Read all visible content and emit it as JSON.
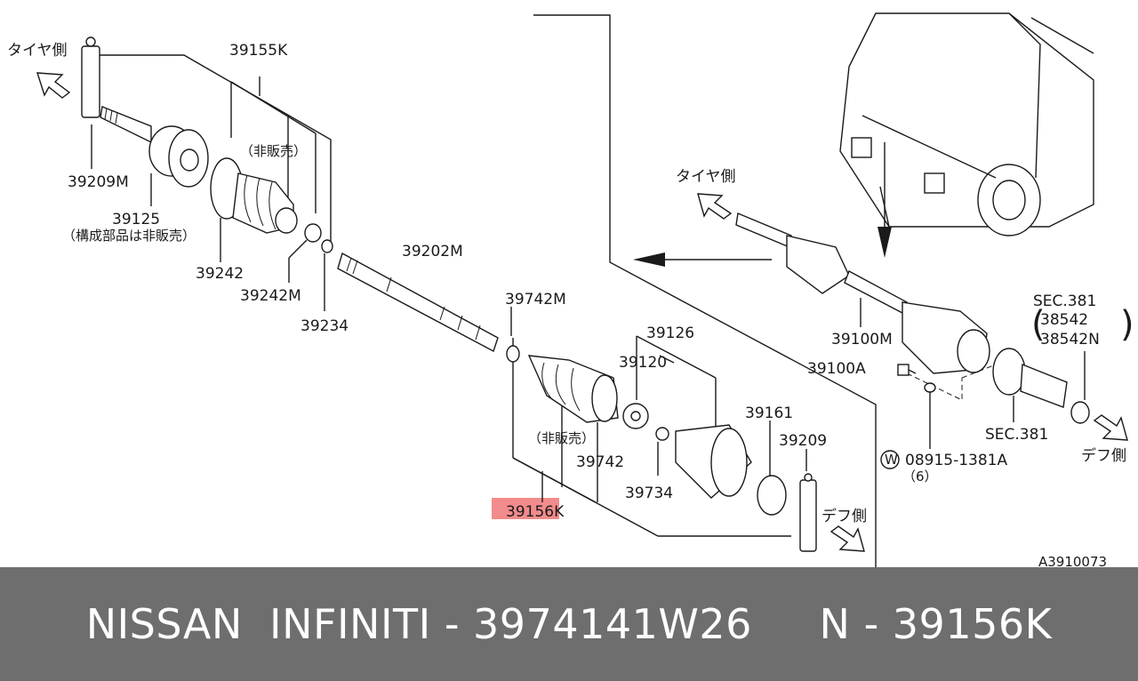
{
  "diagram": {
    "labels": {
      "tire_side_left": "タイヤ側",
      "tire_side_right": "タイヤ側",
      "diff_side_center": "デフ側",
      "diff_side_right": "デフ側",
      "p39155K": "39155K",
      "not_sold_upper": "（非販売）",
      "p39209M": "39209M",
      "p39125": "39125",
      "p39125_note": "（構成部品は非販売）",
      "p39242": "39242",
      "p39242M": "39242M",
      "p39234": "39234",
      "p39202M": "39202M",
      "p39742M": "39742M",
      "p39126": "39126",
      "p39120": "39120",
      "not_sold_lower": "（非販売）",
      "p39742": "39742",
      "p39734": "39734",
      "p39161": "39161",
      "p39209": "39209",
      "p39156K": "39156K",
      "p39100M": "39100M",
      "p39100A": "39100A",
      "sec381_top": "SEC.381",
      "p38542": "38542",
      "p38542N": "38542N",
      "sec381_bottom": "SEC.381",
      "washer_symbol": "W",
      "p08915": "08915-1381A",
      "p08915_qty": "（6）",
      "figure_id": "A3910073"
    },
    "highlight_color": "#f28b8b"
  },
  "footer": {
    "text": "NISSAN  INFINITI - 3974141W26     N - 39156K",
    "background": "#6e6e6e"
  }
}
